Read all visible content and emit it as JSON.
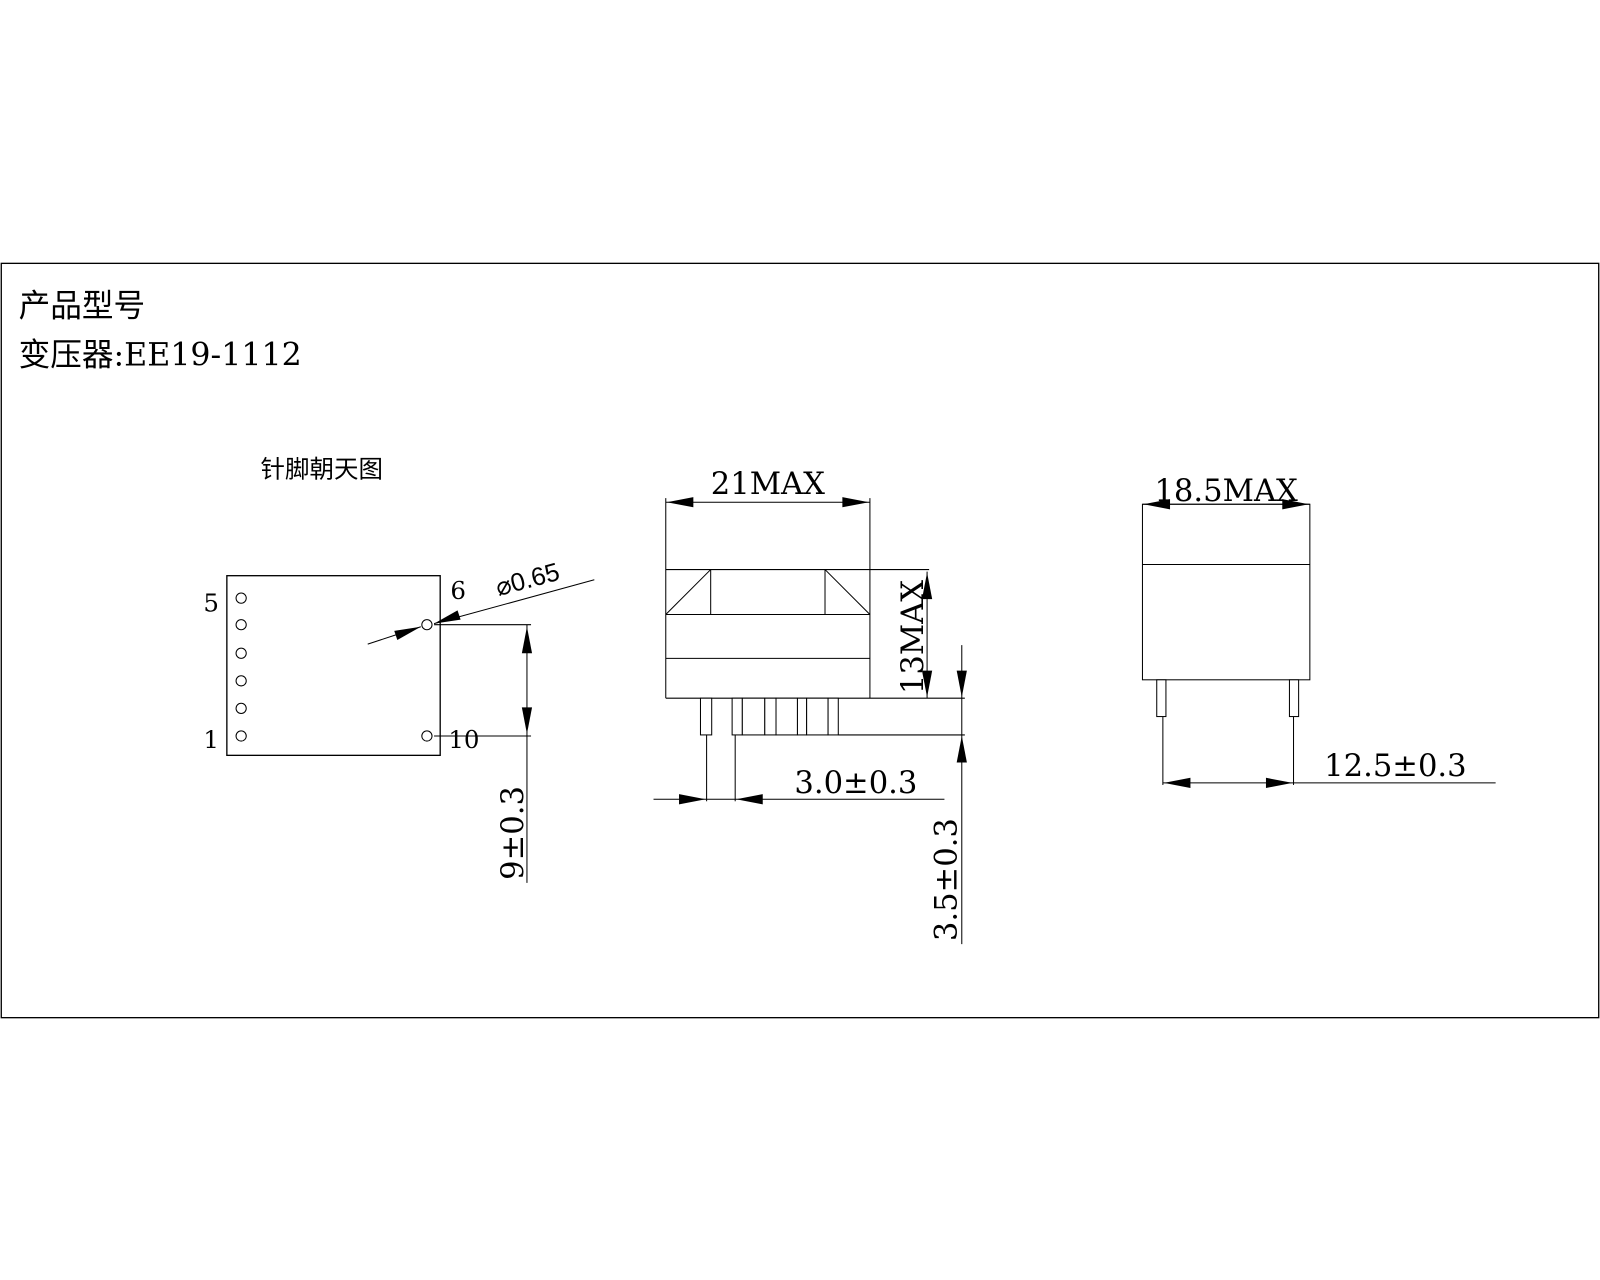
{
  "title": {
    "line1": "产品型号",
    "line2": "变压器:EE19-1112"
  },
  "top_view": {
    "caption": "针脚朝天图",
    "pin_labels": {
      "p5": "5",
      "p1": "1",
      "p6": "6",
      "p10": "10"
    },
    "pin_diameter": "⌀0.65",
    "pin_row_spacing": "9±0.3"
  },
  "front_view": {
    "width": "21MAX",
    "height": "13MAX",
    "pin_pitch": "3.0±0.3",
    "pin_length": "3.5±0.3"
  },
  "side_view": {
    "width": "18.5MAX",
    "pin_spacing": "12.5±0.3"
  },
  "colors": {
    "line": "#000000",
    "background": "#ffffff"
  }
}
